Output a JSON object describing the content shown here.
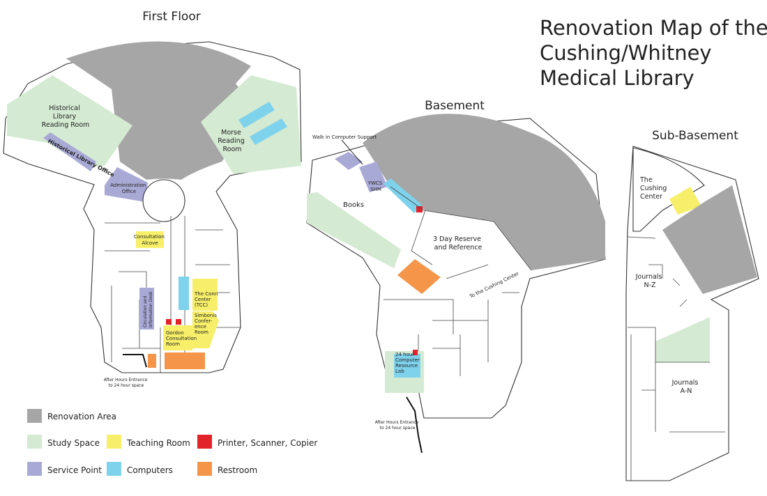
{
  "title": {
    "line1": "Renovation Map of the",
    "line2": "Cushing/Whitney",
    "line3": "Medical Library"
  },
  "colors": {
    "renovation": "#a6a6a6",
    "study": "#d4ead2",
    "teaching": "#f7ef6a",
    "printer": "#e3232a",
    "service": "#a9a9d6",
    "computers": "#7fd2ec",
    "restroom": "#f4954a"
  },
  "floors": {
    "first": {
      "title": "First Floor",
      "historical_reading_room": [
        "Historical",
        "Library",
        "Reading Room"
      ],
      "historical_library_office": "Historical Library Office",
      "administration_office": [
        "Administration",
        "Office"
      ],
      "morse_reading_room": [
        "Morse",
        "Reading",
        "Room"
      ],
      "consultation_alcove": [
        "Consultation",
        "Alcove"
      ],
      "circulation_desk": [
        "Circulation and",
        "Information Desk"
      ],
      "conn_center": [
        "The Conn",
        "Center",
        "(TCC)"
      ],
      "simbonis_room": [
        "Simbonis",
        "Confer-",
        "ence",
        "Room"
      ],
      "gordon_room": [
        "Gordon",
        "Consultation",
        "Room"
      ],
      "after_hours": [
        "After Hours Entrance",
        "to 24 hour space"
      ]
    },
    "basement": {
      "title": "Basement",
      "walk_in_support": "Walk in Computer Support",
      "ycs_shm": [
        "YWCS",
        "SHM"
      ],
      "books": "Books",
      "reserve": [
        "3 Day Reserve",
        "and Reference"
      ],
      "to_cushing": "To the Cushing Center",
      "computer_lab": [
        "24 hour",
        "Computer",
        "Resource",
        "Lab"
      ],
      "after_hours": [
        "After Hours Entrance",
        "to 24 hour space"
      ]
    },
    "subbasement": {
      "title": "Sub-Basement",
      "cushing_center": [
        "The",
        "Cushing",
        "Center"
      ],
      "journals_nz": [
        "Journals",
        "N-Z"
      ],
      "journals_an": [
        "Journals",
        "A-N"
      ]
    }
  },
  "legend": [
    {
      "label": "Renovation Area",
      "color": "#a6a6a6"
    },
    {
      "label": "Study Space",
      "color": "#d4ead2"
    },
    {
      "label": "Teaching Room",
      "color": "#f7ef6a"
    },
    {
      "label": "Printer, Scanner, Copier",
      "color": "#e3232a"
    },
    {
      "label": "Service Point",
      "color": "#a9a9d6"
    },
    {
      "label": "Computers",
      "color": "#7fd2ec"
    },
    {
      "label": "Restroom",
      "color": "#f4954a"
    }
  ]
}
